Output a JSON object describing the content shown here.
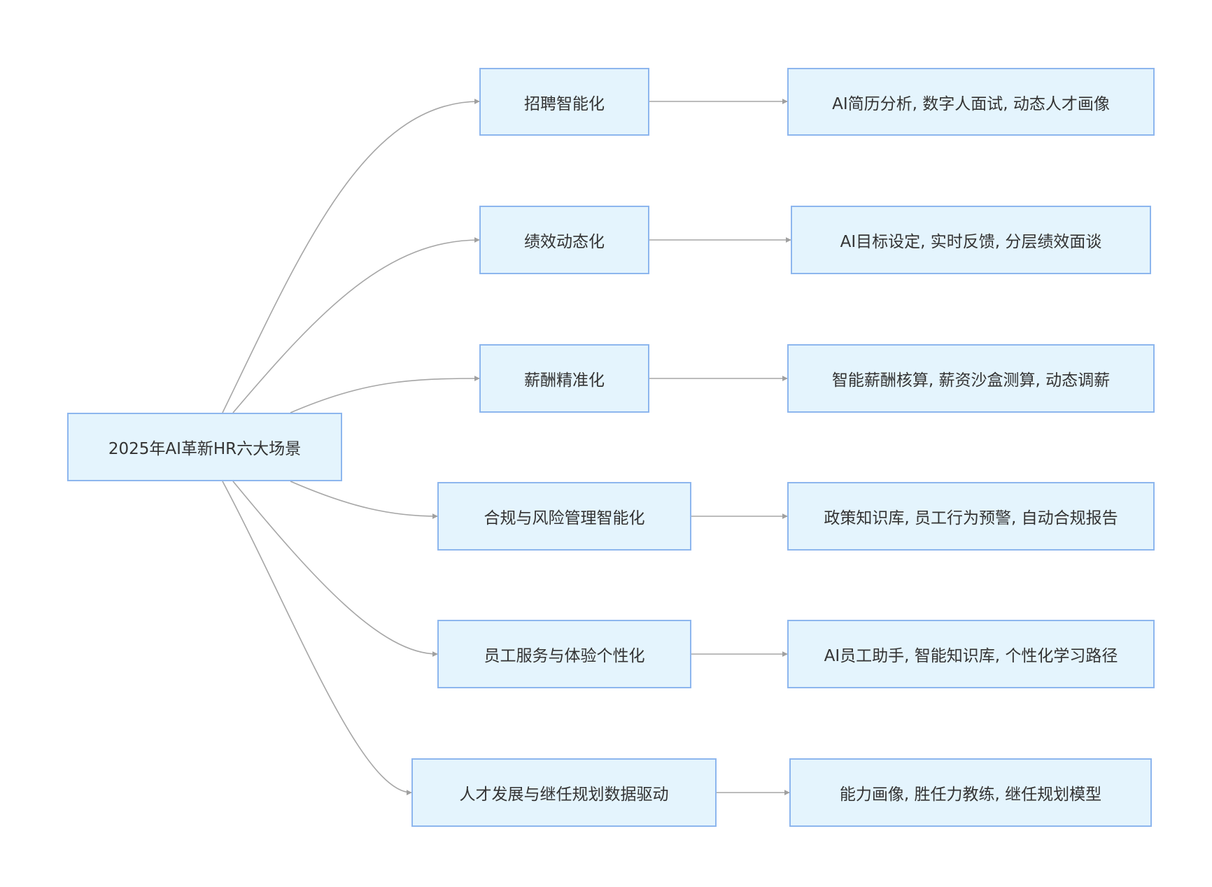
{
  "diagram": {
    "root": {
      "label": "2025年AI革新HR六大场景"
    },
    "branches": [
      {
        "label": "招聘智能化",
        "detail": "AI简历分析, 数字人面试, 动态人才画像"
      },
      {
        "label": "绩效动态化",
        "detail": "AI目标设定, 实时反馈, 分层绩效面谈"
      },
      {
        "label": "薪酬精准化",
        "detail": "智能薪酬核算, 薪资沙盒测算, 动态调薪"
      },
      {
        "label": "合规与风险管理智能化",
        "detail": "政策知识库, 员工行为预警, 自动合规报告"
      },
      {
        "label": "员工服务与体验个性化",
        "detail": "AI员工助手, 智能知识库, 个性化学习路径"
      },
      {
        "label": "人才发展与继任规划数据驱动",
        "detail": "能力画像, 胜任力教练, 继任规划模型"
      }
    ],
    "colors": {
      "node_fill": "#e4f4fd",
      "node_border": "#8db6ee",
      "edge": "#a6a6a6",
      "text": "#333333"
    }
  }
}
